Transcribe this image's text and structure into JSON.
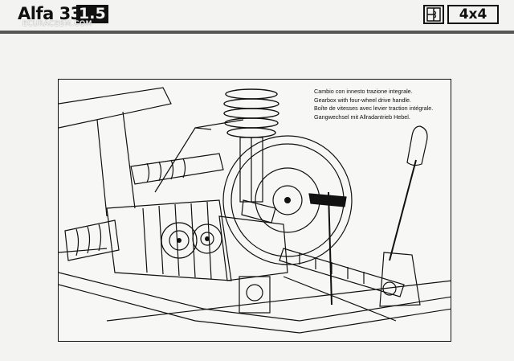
{
  "header": {
    "title": "Alfa 33",
    "title_badge": "1.5",
    "watermark": "ECURACEBM.COM",
    "logo_icon": "alfa-cross-icon",
    "model": "4x4",
    "rule_color": "#555555"
  },
  "illustration": {
    "subject": "gearbox-cutaway-drawing",
    "captions": [
      "Cambio con innesto trazione integrale.",
      "Gearbox with four-wheel drive handle.",
      "Boîte de vitesses avec levier traction intégrale.",
      "Gangwechsel mit Allradantrieb Hebel."
    ]
  }
}
